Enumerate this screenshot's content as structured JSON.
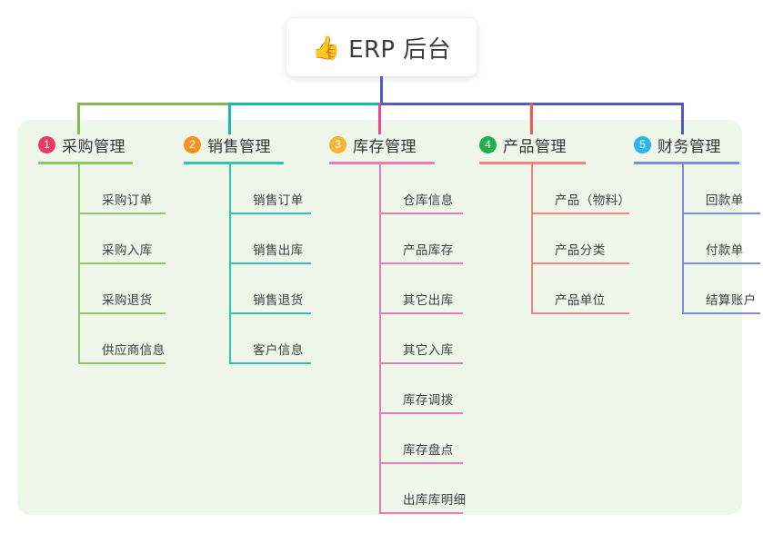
{
  "root": {
    "icon": "thumbs-up-icon",
    "emoji": "👍",
    "title": "ERP 后台"
  },
  "panel": {
    "background_color": "#eff7ea"
  },
  "connectors": {
    "stem_color": "#4f58c4",
    "segments": [
      {
        "name": "green-bar",
        "color": "#7ebc4a"
      },
      {
        "name": "teal-bar",
        "color": "#10bfab"
      },
      {
        "name": "blue-bar",
        "color": "#4f58c4"
      }
    ],
    "drops": [
      {
        "name": "drop-purchase",
        "color": "#7ebc4a"
      },
      {
        "name": "drop-sales",
        "color": "#10bfab"
      },
      {
        "name": "drop-inventory",
        "color": "#e8449a"
      },
      {
        "name": "drop-product",
        "color": "#f4574f"
      },
      {
        "name": "drop-finance",
        "color": "#4f58c4"
      }
    ]
  },
  "columns": [
    {
      "number": "1",
      "title": "采购管理",
      "badge_color": "#ec3a60",
      "line_color": "#8cc665",
      "items": [
        {
          "label": "采购订单"
        },
        {
          "label": "采购入库"
        },
        {
          "label": "采购退货"
        },
        {
          "label": "供应商信息"
        }
      ]
    },
    {
      "number": "2",
      "title": "销售管理",
      "badge_color": "#f7921e",
      "line_color": "#2fc4b2",
      "items": [
        {
          "label": "销售订单"
        },
        {
          "label": "销售出库"
        },
        {
          "label": "销售退货"
        },
        {
          "label": "客户信息"
        }
      ]
    },
    {
      "number": "3",
      "title": "库存管理",
      "badge_color": "#f9b233",
      "line_color": "#e87bb5",
      "items": [
        {
          "label": "仓库信息"
        },
        {
          "label": "产品库存"
        },
        {
          "label": "其它出库"
        },
        {
          "label": "其它入库"
        },
        {
          "label": "库存调拨"
        },
        {
          "label": "库存盘点"
        },
        {
          "label": "出库库明细"
        }
      ]
    },
    {
      "number": "4",
      "title": "产品管理",
      "badge_color": "#22b04b",
      "line_color": "#f4867f",
      "items": [
        {
          "label": "产品（物料）"
        },
        {
          "label": "产品分类"
        },
        {
          "label": "产品单位"
        }
      ]
    },
    {
      "number": "5",
      "title": "财务管理",
      "badge_color": "#29b6e8",
      "line_color": "#7a8fd6",
      "items": [
        {
          "label": "回款单"
        },
        {
          "label": "付款单"
        },
        {
          "label": "结算账户"
        }
      ]
    }
  ]
}
